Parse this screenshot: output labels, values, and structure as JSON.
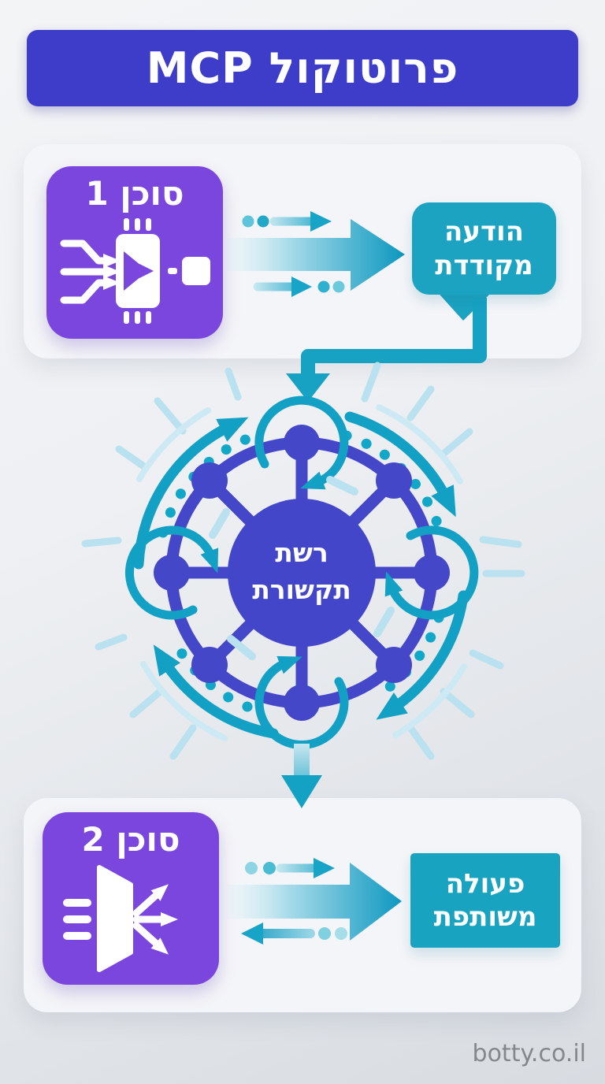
{
  "header": {
    "title": "פרוטוקול MCP"
  },
  "top_flow": {
    "agent1": {
      "label": "סוכן 1",
      "icon": "chip-merge-in-icon"
    },
    "message_bubble": {
      "line1": "הודעה",
      "line2": "מקודדת"
    }
  },
  "network_hub": {
    "line1": "רשת",
    "line2": "תקשורת",
    "icon": "hub-spoke-rotation-icon"
  },
  "bottom_flow": {
    "agent2": {
      "label": "סוכן 2",
      "icon": "funnel-fan-out-icon"
    },
    "action_box": {
      "line1": "פעולה",
      "line2": "משותפת"
    }
  },
  "watermark": {
    "text": "botty.co.il"
  },
  "colors": {
    "header_bg": "#3e3dca",
    "agent_bg": "#7b46de",
    "teal": "#14a1c3",
    "bubble_bg": "#1ba3c1",
    "action_bg": "#18a3c0",
    "network_indigo": "#4547c9",
    "light_blue": "#b9e1ef",
    "panel_bg": "#f4f5f8",
    "watermark_text": "#84878c"
  }
}
